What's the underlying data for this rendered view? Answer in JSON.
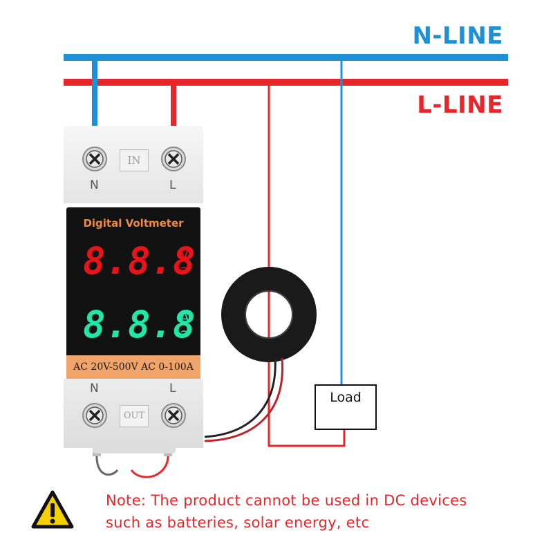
{
  "labels": {
    "n_line": "N-LINE",
    "l_line": "L-LINE",
    "load": "Load"
  },
  "meter": {
    "title": "Digital Voltmeter",
    "spec": "AC 20V-500V AC 0-100A",
    "voltage_display": "8.8.8.",
    "voltage_unit": "V",
    "current_display": "8.8.8.",
    "current_unit": "A",
    "ac_symbol": "~",
    "input_plate": "IN",
    "output_plate": "OUT",
    "terminal_n": "N",
    "terminal_l": "L"
  },
  "note": {
    "line1": "Note: The product cannot be used in DC devices",
    "line2": "such as batteries, solar energy, etc"
  },
  "colors": {
    "neutral_wire": "#1e90d6",
    "live_wire": "#e8262a",
    "voltage_digits": "#e8141a",
    "current_digits": "#21e6a8",
    "title_text": "#f08a3c",
    "spec_band": "#f0a46a",
    "warning_yellow": "#f5d000"
  },
  "icons": {
    "warning": "warning-triangle-icon",
    "terminal_screw": "screw-icon",
    "current_transformer": "ct-ring-icon"
  }
}
